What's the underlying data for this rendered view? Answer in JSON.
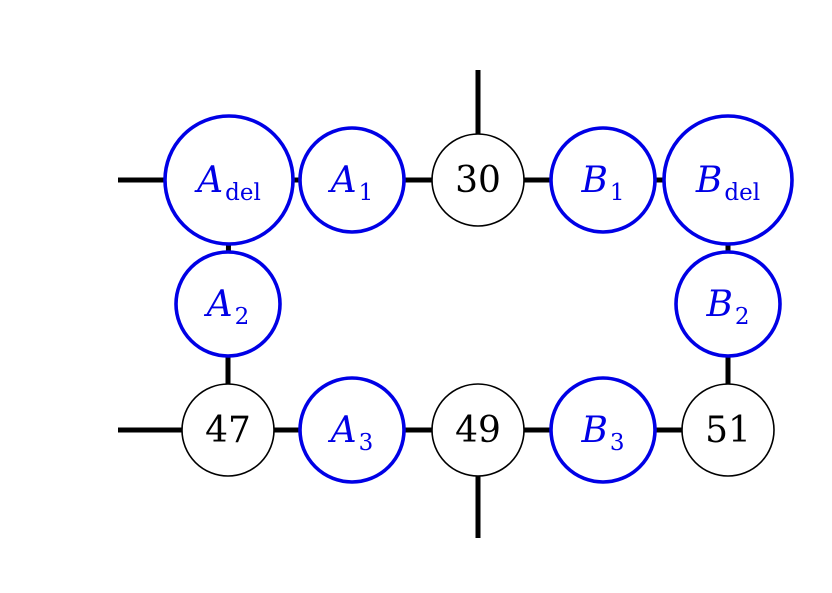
{
  "colors": {
    "edge": "#000000",
    "node_black": "#000000",
    "node_blue": "#0000e6"
  },
  "nodes": [
    {
      "id": "a-del",
      "main": "A",
      "sub": "del",
      "color": "blue"
    },
    {
      "id": "a1",
      "main": "A",
      "sub": "1",
      "color": "blue"
    },
    {
      "id": "n30",
      "main": "30",
      "sub": "",
      "color": "black"
    },
    {
      "id": "b1",
      "main": "B",
      "sub": "1",
      "color": "blue"
    },
    {
      "id": "b-del",
      "main": "B",
      "sub": "del",
      "color": "blue"
    },
    {
      "id": "a2",
      "main": "A",
      "sub": "2",
      "color": "blue"
    },
    {
      "id": "b2",
      "main": "B",
      "sub": "2",
      "color": "blue"
    },
    {
      "id": "n47",
      "main": "47",
      "sub": "",
      "color": "black"
    },
    {
      "id": "a3",
      "main": "A",
      "sub": "3",
      "color": "blue"
    },
    {
      "id": "n49",
      "main": "49",
      "sub": "",
      "color": "black"
    },
    {
      "id": "b3",
      "main": "B",
      "sub": "3",
      "color": "blue"
    },
    {
      "id": "n51",
      "main": "51",
      "sub": "",
      "color": "black"
    }
  ],
  "edges": [
    {
      "from": "a-del",
      "to": "a1"
    },
    {
      "from": "a1",
      "to": "n30"
    },
    {
      "from": "n30",
      "to": "b1"
    },
    {
      "from": "b1",
      "to": "b-del"
    },
    {
      "from": "a-del",
      "to": "a2"
    },
    {
      "from": "a2",
      "to": "n47"
    },
    {
      "from": "b-del",
      "to": "b2"
    },
    {
      "from": "b2",
      "to": "n51"
    },
    {
      "from": "n47",
      "to": "a3"
    },
    {
      "from": "a3",
      "to": "n49"
    },
    {
      "from": "n49",
      "to": "b3"
    },
    {
      "from": "b3",
      "to": "n51"
    }
  ],
  "external_legs": [
    {
      "node": "a-del",
      "direction": "left"
    },
    {
      "node": "n30",
      "direction": "up"
    },
    {
      "node": "n47",
      "direction": "left"
    },
    {
      "node": "n49",
      "direction": "down"
    }
  ]
}
